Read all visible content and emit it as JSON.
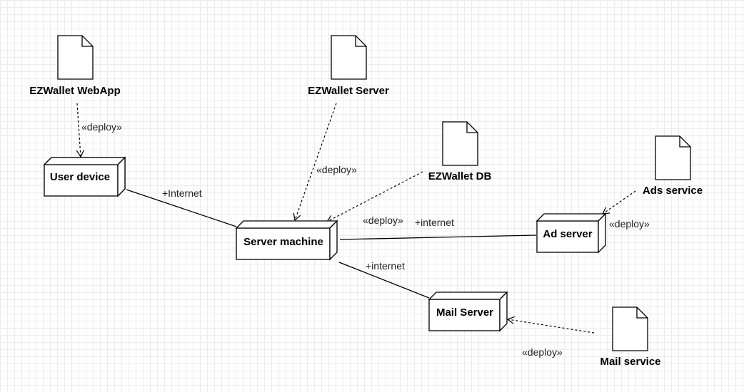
{
  "diagram": {
    "artifacts": {
      "webapp": {
        "label": "EZWallet WebApp"
      },
      "server": {
        "label": "EZWallet Server"
      },
      "db": {
        "label": "EZWallet DB"
      },
      "ads": {
        "label": "Ads service"
      },
      "mail": {
        "label": "Mail service"
      }
    },
    "nodes": {
      "user_device": {
        "label": "User device"
      },
      "server_machine": {
        "label": "Server machine"
      },
      "ad_server": {
        "label": "Ad server"
      },
      "mail_server": {
        "label": "Mail Server"
      }
    },
    "edges": {
      "deploy_webapp": "«deploy»",
      "deploy_server": "«deploy»",
      "deploy_db": "«deploy»",
      "deploy_ads": "«deploy»",
      "deploy_mail": "«deploy»",
      "link_user_server": "+Internet",
      "link_server_ad": "+internet",
      "link_server_mail": "+internet"
    }
  }
}
